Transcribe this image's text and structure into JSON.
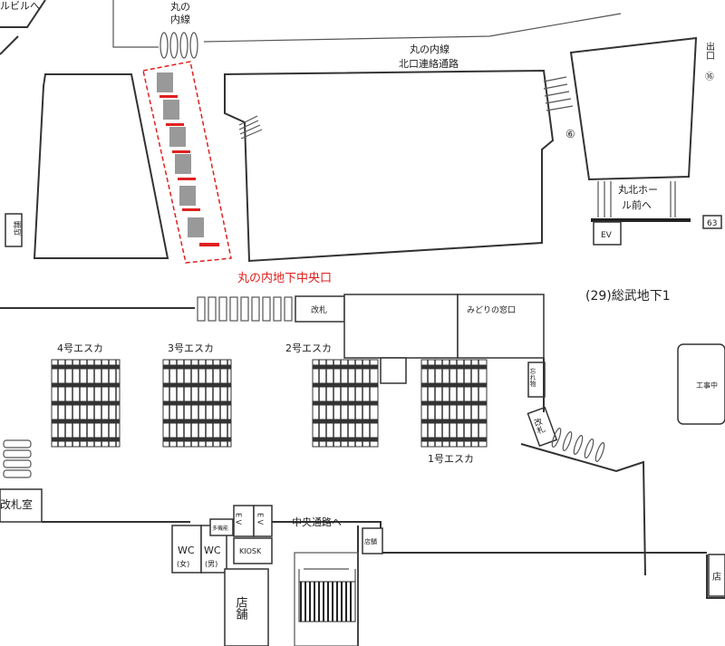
{
  "labels": {
    "top_left": "ルビルへ",
    "marunouchi_line_top": "丸の",
    "marunouchi_line_bottom": "内線",
    "north_passage_line1": "丸の内線",
    "north_passage_line2": "北口連絡通路",
    "exit_text": "出口",
    "exit_number": "⑯",
    "circle_6": "⑥",
    "maru_north_hall_line1": "丸北ホー",
    "maru_north_hall_line2": "ル前へ",
    "num_63": "63",
    "ev_left": "EV",
    "store_small_left": "店舗",
    "central_exit": "丸の内地下中央口",
    "sobu_underground": "(29)総武地下1",
    "gate_label": "改札",
    "midori_window": "みどりの窓口",
    "esca_4": "4号エスカ",
    "esca_3": "3号エスカ",
    "esca_2": "2号エスカ",
    "esca_1": "1号エスカ",
    "lost_found": "忘れ物",
    "gate_diag": "改札",
    "construction": "工事中",
    "gate_room": "改札室",
    "ev1": "E V",
    "ev2": "E V",
    "multipurpose": "多機能",
    "wc_f": "WC",
    "wc_f_sub": "(女)",
    "wc_m": "WC",
    "wc_m_sub": "(男)",
    "kiosk": "KIOSK",
    "central_passage": "中央通路へ",
    "store_bottom_left": "店舗",
    "store_bottom_mid": "店舗",
    "store_right_edge": "店"
  },
  "colors": {
    "wall": "#333333",
    "highlight_red": "#e02020",
    "escalator_dark": "#333333",
    "gray_block": "#999999"
  },
  "icons": {
    "escalator": "escalator-icon",
    "stairs": "stairs-icon",
    "ticket_gate": "ticket-gate-icon"
  }
}
